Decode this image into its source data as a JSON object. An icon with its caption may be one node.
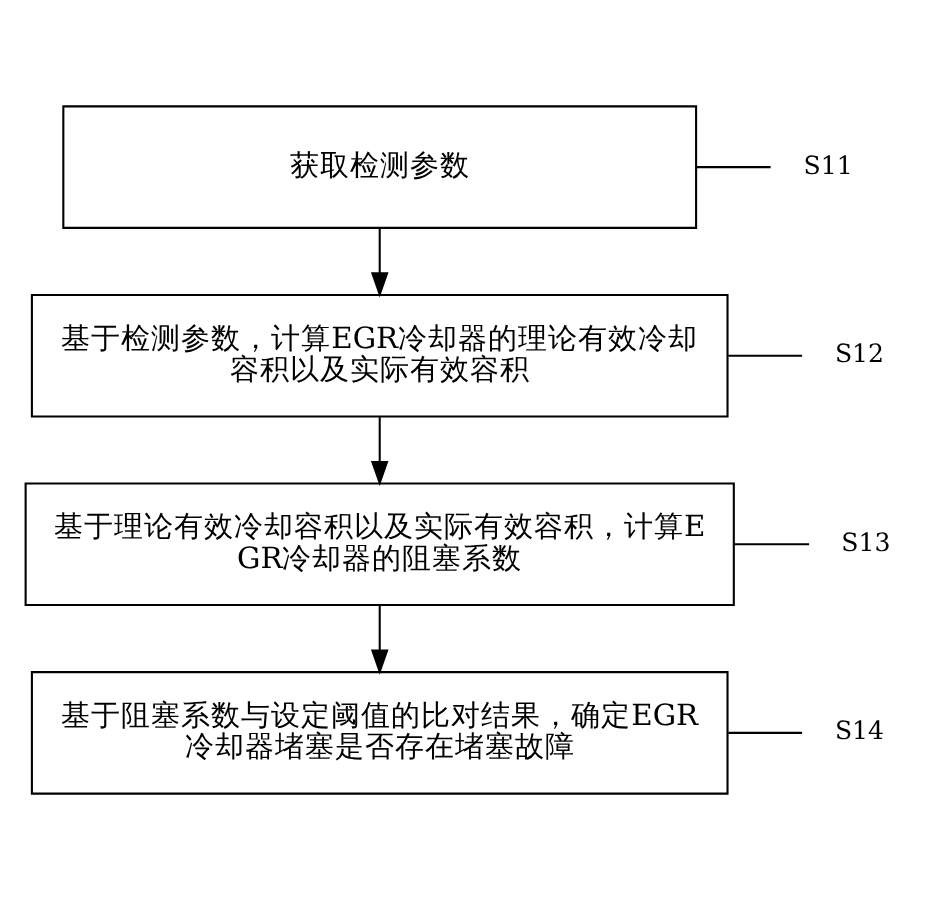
{
  "diagram": {
    "nodes": [
      {
        "text": [
          "获取检测参数"
        ]
      },
      {
        "text": [
          "S11"
        ]
      },
      {
        "text": [
          "基于检测参数，计算EGR冷却器的理论有效冷却容积以及实际有效容积"
        ]
      },
      {
        "text": [
          "S12"
        ]
      },
      {
        "text": [
          "基于理论有效冷却容积以及实际有效容积，计算EGR冷却器的阻塞系数"
        ]
      },
      {
        "text": [
          "S13"
        ]
      },
      {
        "text": [
          "基于阻塞系数与设定阈值的比对结果，确定EGR冷却器堵塞是否存在堵塞故障"
        ]
      },
      {
        "text": [
          "S14"
        ]
      }
    ],
    "edges": [
      {
        "from": 0,
        "to": 2,
        "arrow": "to"
      },
      {
        "from": 2,
        "to": 4,
        "arrow": "to"
      },
      {
        "from": 4,
        "to": 6,
        "arrow": "to"
      },
      {
        "from": 1,
        "to": 0,
        "arrow": "none"
      },
      {
        "from": 3,
        "to": 2,
        "arrow": "none"
      },
      {
        "from": 5,
        "to": 4,
        "arrow": "none"
      },
      {
        "from": 7,
        "to": 6,
        "arrow": "none"
      }
    ]
  }
}
